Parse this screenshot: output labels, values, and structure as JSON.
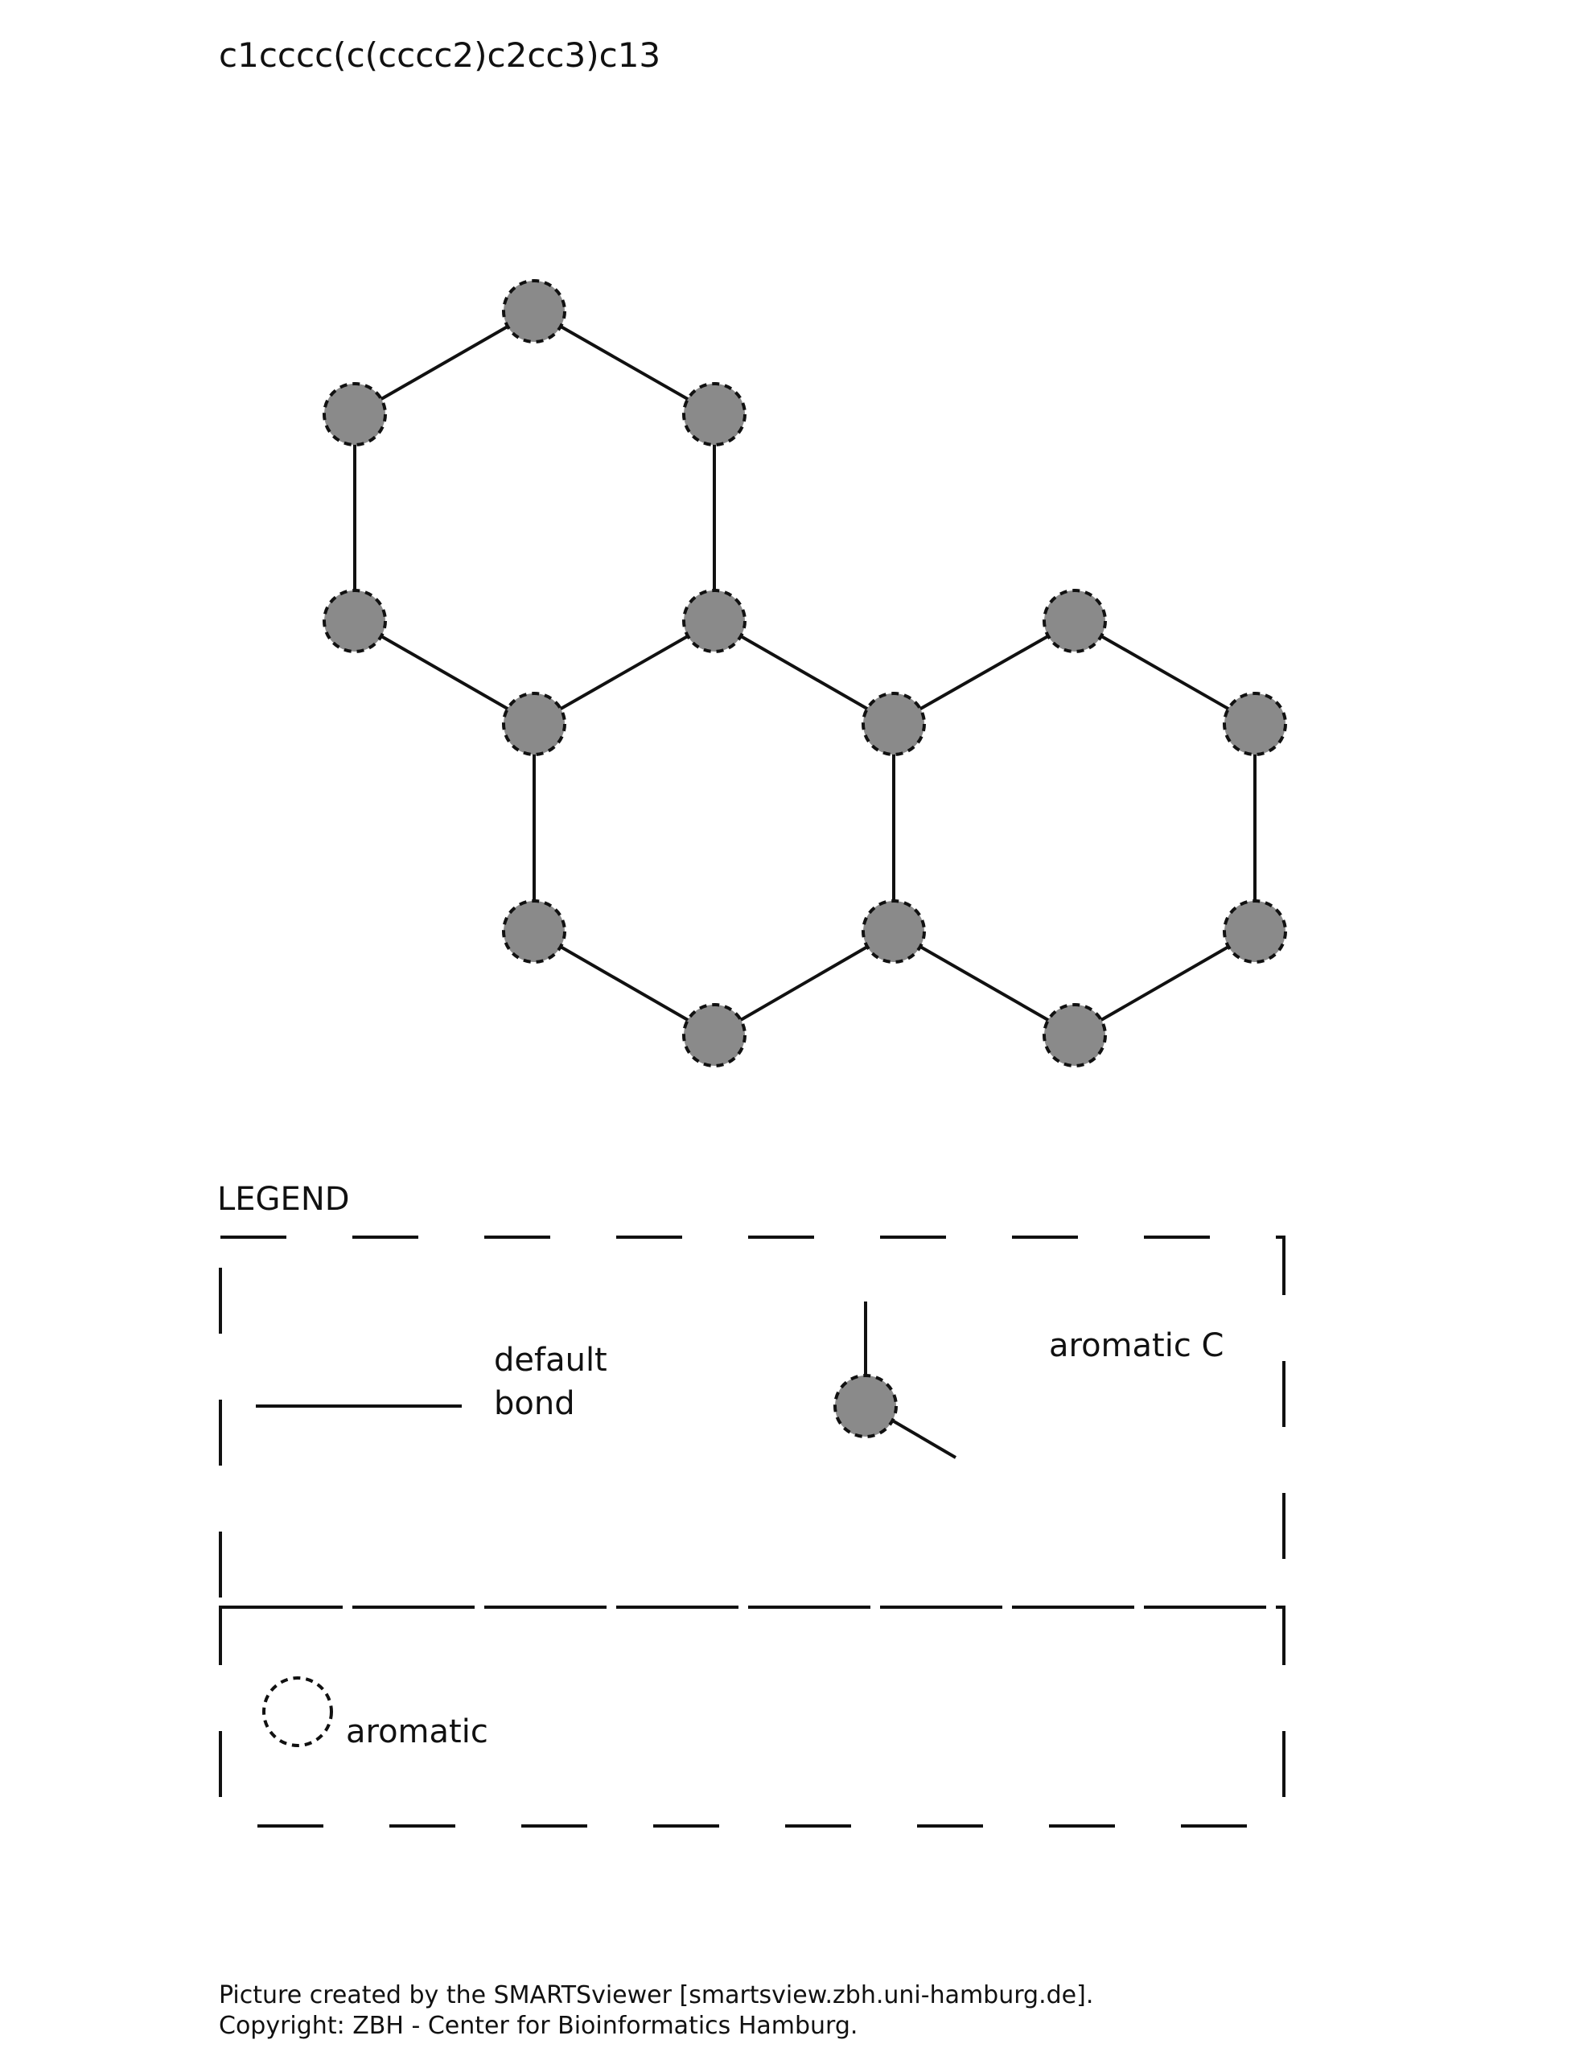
{
  "smarts": "c1cccc(c(cccc2)c2cc3)c13",
  "molecule": {
    "atom_label": "aromatic C",
    "atom_fill": "#8a8a8a",
    "atom_count": 14,
    "bond_count": 16
  },
  "legend": {
    "title": "LEGEND",
    "default_bond_line1": "default",
    "default_bond_line2": "bond",
    "aromatic_c_label": "aromatic C",
    "aromatic_label": "aromatic"
  },
  "footer": {
    "line1": "Picture created by the SMARTSviewer [smartsview.zbh.uni-hamburg.de].",
    "line2": "Copyright: ZBH - Center for Bioinformatics Hamburg."
  }
}
